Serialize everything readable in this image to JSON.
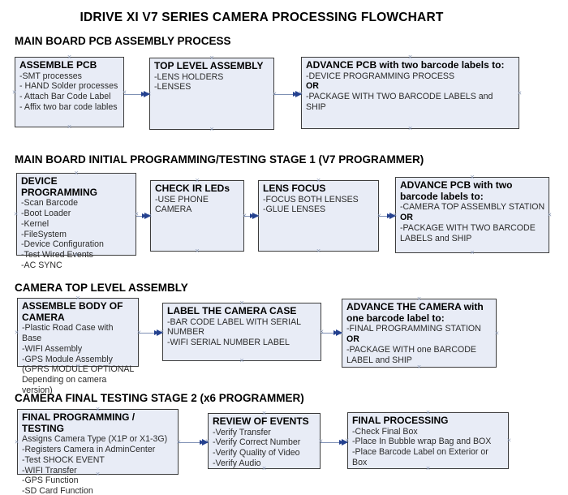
{
  "title": "IDRIVE XI V7 SERIES CAMERA PROCESSING FLOWCHART",
  "icons": {
    "connection_marker": "×",
    "arrowhead": "right-solid-triangle"
  },
  "colors": {
    "box_fill": "#e8ecf6",
    "box_border": "#3c3c3c",
    "arrow_line": "#7e90b4",
    "arrowhead": "#24418f",
    "text": "#000000"
  },
  "sections": [
    {
      "heading": "MAIN BOARD PCB ASSEMBLY PROCESS",
      "boxes": [
        {
          "title": "ASSEMBLE PCB",
          "items": [
            "-SMT processes",
            "- HAND Solder processes",
            "- Attach Bar Code Label",
            "- Affix two bar code lables"
          ]
        },
        {
          "title": "TOP LEVEL ASSEMBLY",
          "items": [
            "-LENS HOLDERS",
            "-LENSES"
          ]
        },
        {
          "title": "ADVANCE PCB with two barcode labels to:",
          "items": [
            "-DEVICE PROGRAMMING PROCESS",
            "OR",
            "-PACKAGE WITH TWO BARCODE LABELS and SHIP"
          ]
        }
      ]
    },
    {
      "heading": "MAIN BOARD INITIAL PROGRAMMING/TESTING STAGE 1 (V7 PROGRAMMER)",
      "boxes": [
        {
          "title": "DEVICE PROGRAMMING",
          "items": [
            "-Scan Barcode",
            "-Boot Loader",
            "-Kernel",
            "-FileSystem",
            "-Device Configuration",
            "-Test Wired Events",
            "-AC SYNC"
          ]
        },
        {
          "title": "CHECK IR LEDs",
          "items": [
            "-USE PHONE CAMERA"
          ]
        },
        {
          "title": "LENS FOCUS",
          "items": [
            "-FOCUS BOTH LENSES",
            "-GLUE LENSES"
          ]
        },
        {
          "title": "ADVANCE PCB with two barcode labels to:",
          "items": [
            "-CAMERA TOP ASSEMBLY STATION",
            "OR",
            "-PACKAGE WITH TWO BARCODE LABELS and SHIP"
          ]
        }
      ]
    },
    {
      "heading": "CAMERA TOP LEVEL ASSEMBLY",
      "boxes": [
        {
          "title": "ASSEMBLE BODY OF CAMERA",
          "items": [
            "-Plastic Road Case with Base",
            "-WIFI Assembly",
            "-GPS Module Assembly",
            "(GPRS MODULE OPTIONAL Depending on camera version)"
          ]
        },
        {
          "title": "LABEL THE CAMERA CASE",
          "items": [
            "-BAR CODE LABEL WITH SERIAL NUMBER",
            "-WIFI SERIAL NUMBER LABEL"
          ]
        },
        {
          "title": "ADVANCE THE CAMERA with one barcode label to:",
          "items": [
            "-FINAL PROGRAMMING STATION",
            "OR",
            "-PACKAGE WITH one BARCODE LABEL and SHIP"
          ]
        }
      ]
    },
    {
      "heading": "CAMERA FINAL TESTING STAGE 2 (x6 PROGRAMMER)",
      "boxes": [
        {
          "title": "FINAL PROGRAMMING / TESTING",
          "items": [
            "Assigns Camera Type (X1P or X1-3G)",
            "-Registers Camera in AdminCenter",
            "-Test SHOCK EVENT",
            "-WIFI Transfer",
            "-GPS Function",
            "-SD Card Function"
          ]
        },
        {
          "title": "REVIEW OF EVENTS",
          "items": [
            "-Verify Transfer",
            "-Verify Correct Number",
            "-Verify Quality of Video",
            "-Verify Audio"
          ]
        },
        {
          "title": "FINAL PROCESSING",
          "items": [
            "-Check Final Box",
            "-Place In Bubble wrap Bag and BOX",
            "-Place Barcode Label on Exterior or Box"
          ]
        }
      ]
    }
  ]
}
